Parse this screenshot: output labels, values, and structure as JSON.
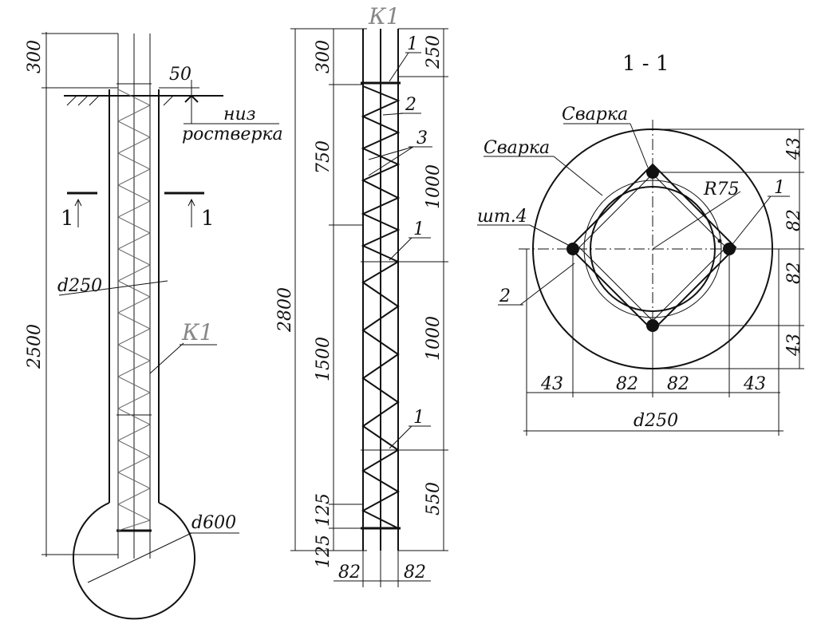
{
  "pile_view": {
    "dim_top": "300",
    "dim_offset": "50",
    "dim_shaft": "2500",
    "grillage_label_line1": "низ",
    "grillage_label_line2": "ростверка",
    "section_mark_left": "1",
    "section_mark_right": "1",
    "shaft_diameter": "d250",
    "bulb_diameter": "d600",
    "cage_label": "К1"
  },
  "cage_view": {
    "title": "К1",
    "dims_left": [
      "300",
      "750",
      "1500",
      "125",
      "125"
    ],
    "dim_total": "2800",
    "dims_right": [
      "250",
      "1000",
      "1000",
      "550"
    ],
    "dims_bottom": [
      "82",
      "82"
    ],
    "callouts": [
      "1",
      "2",
      "3",
      "1",
      "1"
    ]
  },
  "section_view": {
    "title": "1 - 1",
    "weld_label_top": "Сварка",
    "weld_label_left": "Сварка",
    "bar_count_label": "шт.4",
    "radius_label": "R75",
    "callout_right": "1",
    "callout_left": "2",
    "dims_right": [
      "43",
      "82",
      "82",
      "43"
    ],
    "dims_bottom": [
      "43",
      "82",
      "82",
      "43"
    ],
    "diameter_label": "d250"
  }
}
